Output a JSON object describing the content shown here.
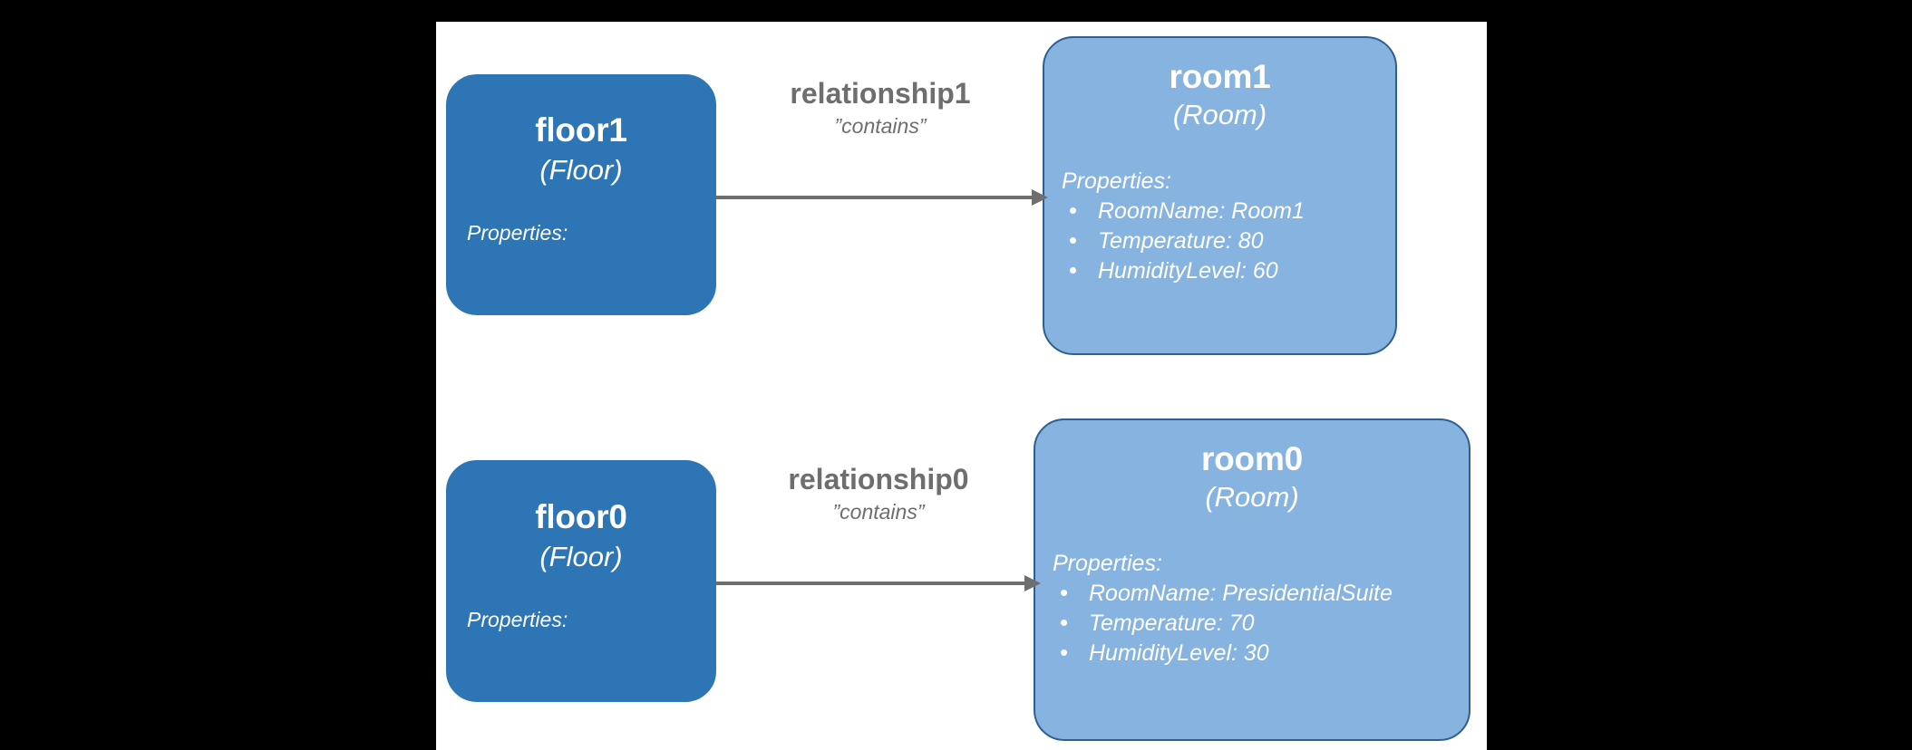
{
  "canvas": {
    "background_color": "#ffffff",
    "outer_background_color": "#000000"
  },
  "palette": {
    "floor_fill": "#2E75B6",
    "room_fill": "#86B3E0",
    "room_border": "#2F5E90",
    "edge_line": "#6E6E6E",
    "edge_label_text": "#6E6E6E",
    "node_text": "#ffffff"
  },
  "nodes": [
    {
      "id": "floor1",
      "title": "floor1",
      "model": "(Floor)",
      "properties_label": "Properties:",
      "properties": [],
      "kind": "floor"
    },
    {
      "id": "room1",
      "title": "room1",
      "model": "(Room)",
      "properties_label": "Properties:",
      "properties": [
        "RoomName: Room1",
        "Temperature: 80",
        "HumidityLevel: 60"
      ],
      "kind": "room"
    },
    {
      "id": "floor0",
      "title": "floor0",
      "model": "(Floor)",
      "properties_label": "Properties:",
      "properties": [],
      "kind": "floor"
    },
    {
      "id": "room0",
      "title": "room0",
      "model": "(Room)",
      "properties_label": "Properties:",
      "properties": [
        "RoomName: PresidentialSuite",
        "Temperature: 70",
        "HumidityLevel: 30"
      ],
      "kind": "room"
    }
  ],
  "edges": [
    {
      "id": "relationship1",
      "name": "relationship1",
      "kind": "”contains”",
      "source": "floor1",
      "target": "room1"
    },
    {
      "id": "relationship0",
      "name": "relationship0",
      "kind": "”contains”",
      "source": "floor0",
      "target": "room0"
    }
  ],
  "bullet_glyph": "•"
}
